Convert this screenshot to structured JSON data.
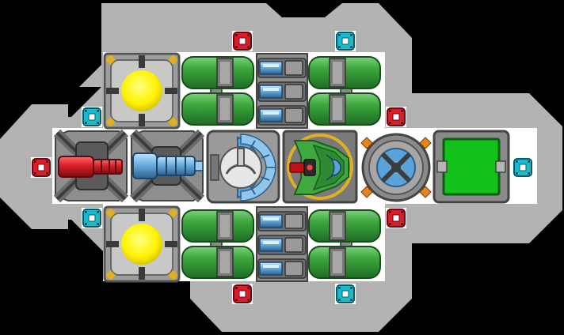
{
  "colors": {
    "background": "#000000",
    "hull": "#b0b0b0",
    "hull_dark": "#8a8a8a",
    "floor": "#ffffff",
    "red_port": "#d81e2a",
    "cyan_port": "#19bccd",
    "yellow_core": "#fff200",
    "green_tank": "#3fa93f",
    "green_screen": "#12c21a",
    "blue_crystal": "#5aa3d8",
    "orange": "#e8821e",
    "gold": "#e0b020"
  },
  "modules": [
    {
      "name": "reactor-top",
      "kind": "reactor",
      "icon": "reactor-core-icon"
    },
    {
      "name": "reactor-bottom",
      "kind": "reactor",
      "icon": "reactor-core-icon"
    },
    {
      "name": "fuel-tanks-top-left",
      "kind": "tanks",
      "icon": "fuel-tank-icon"
    },
    {
      "name": "fuel-tanks-top-right",
      "kind": "tanks",
      "icon": "fuel-tank-icon"
    },
    {
      "name": "fuel-tanks-bottom-left",
      "kind": "tanks",
      "icon": "fuel-tank-icon"
    },
    {
      "name": "fuel-tanks-bottom-right",
      "kind": "tanks",
      "icon": "fuel-tank-icon"
    },
    {
      "name": "battery-bank-top",
      "kind": "battery",
      "icon": "battery-icon"
    },
    {
      "name": "battery-bank-bottom",
      "kind": "battery",
      "icon": "battery-icon"
    },
    {
      "name": "red-thruster",
      "kind": "thruster",
      "icon": "thruster-icon"
    },
    {
      "name": "blue-crystal-engine",
      "kind": "engine",
      "icon": "crystal-engine-icon"
    },
    {
      "name": "shield-generator",
      "kind": "shield",
      "icon": "shield-dome-icon"
    },
    {
      "name": "cockpit",
      "kind": "cockpit",
      "icon": "cockpit-icon"
    },
    {
      "name": "gyroscope",
      "kind": "gyro",
      "icon": "gyro-icon"
    },
    {
      "name": "cargo-screen",
      "kind": "screen",
      "icon": "screen-icon"
    }
  ],
  "ports": [
    {
      "name": "port-top-red",
      "color": "red"
    },
    {
      "name": "port-top-cyan",
      "color": "cyan"
    },
    {
      "name": "port-left-cyan-upper",
      "color": "cyan"
    },
    {
      "name": "port-right-red-upper",
      "color": "red"
    },
    {
      "name": "port-left-red",
      "color": "red"
    },
    {
      "name": "port-right-cyan",
      "color": "cyan"
    },
    {
      "name": "port-left-cyan-lower",
      "color": "cyan"
    },
    {
      "name": "port-right-red-lower",
      "color": "red"
    },
    {
      "name": "port-bottom-red",
      "color": "red"
    },
    {
      "name": "port-bottom-cyan",
      "color": "cyan"
    }
  ]
}
